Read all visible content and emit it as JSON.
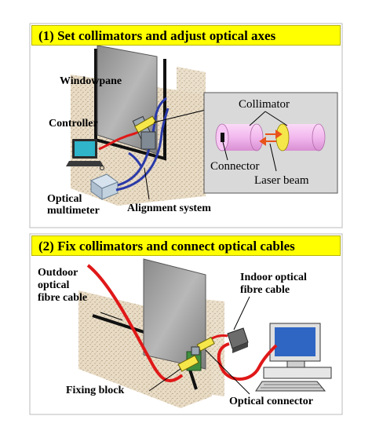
{
  "panel1": {
    "title": "(1) Set collimators and adjust optical axes",
    "labels": {
      "windowpane": "Windowpane",
      "controller": "Controller",
      "optical_multimeter": "Optical\nmultimeter",
      "alignment_system": "Alignment system",
      "collimator": "Collimator",
      "connector": "Connector",
      "laser_beam": "Laser beam"
    }
  },
  "panel2": {
    "title": "(2) Fix collimators and connect optical cables",
    "labels": {
      "outdoor_cable": "Outdoor\noptical\nfibre cable",
      "indoor_cable": "Indoor optical\nfibre cable",
      "fixing_block": "Fixing block",
      "optical_connector": "Optical connector"
    }
  },
  "colors": {
    "banner": "#ffff00",
    "cable_red": "#e01818",
    "cable_blue": "#2a3aa8",
    "collimator_pink": "#f2b8ee",
    "collimator_yellow": "#f5e64a",
    "inset_bg": "#d9d9d9"
  }
}
